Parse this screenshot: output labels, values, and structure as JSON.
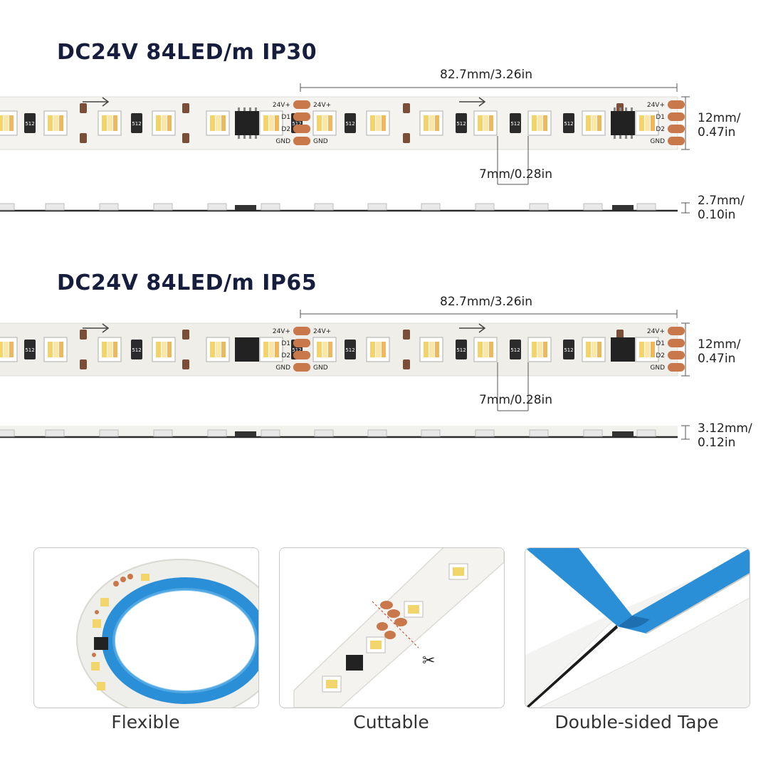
{
  "sections": [
    {
      "title": "DC24V 84LED/m IP30",
      "segment_length": "82.7mm/3.26in",
      "width_value": "12mm/",
      "width_imperial": "0.47in",
      "pitch": "7mm/0.28in",
      "thickness_value": "2.7mm/",
      "thickness_imperial": "0.10in",
      "pad_labels": {
        "power": "24V+",
        "data1": "D1",
        "data2": "D2",
        "ground": "GND"
      }
    },
    {
      "title": "DC24V 84LED/m IP65",
      "segment_length": "82.7mm/3.26in",
      "width_value": "12mm/",
      "width_imperial": "0.47in",
      "pitch": "7mm/0.28in",
      "thickness_value": "3.12mm/",
      "thickness_imperial": "0.12in",
      "pad_labels": {
        "power": "24V+",
        "data1": "D1",
        "data2": "D2",
        "ground": "GND"
      }
    }
  ],
  "resistor_code": "512",
  "features": [
    {
      "caption": "Flexible"
    },
    {
      "caption": "Cuttable"
    },
    {
      "caption": "Double-sided Tape"
    }
  ],
  "colors": {
    "title": "#161d3d",
    "pcb": "#f4f3ef",
    "solder_pad": "#c8784a",
    "tape_blue": "#2a8fd6",
    "chip": "#222222"
  }
}
